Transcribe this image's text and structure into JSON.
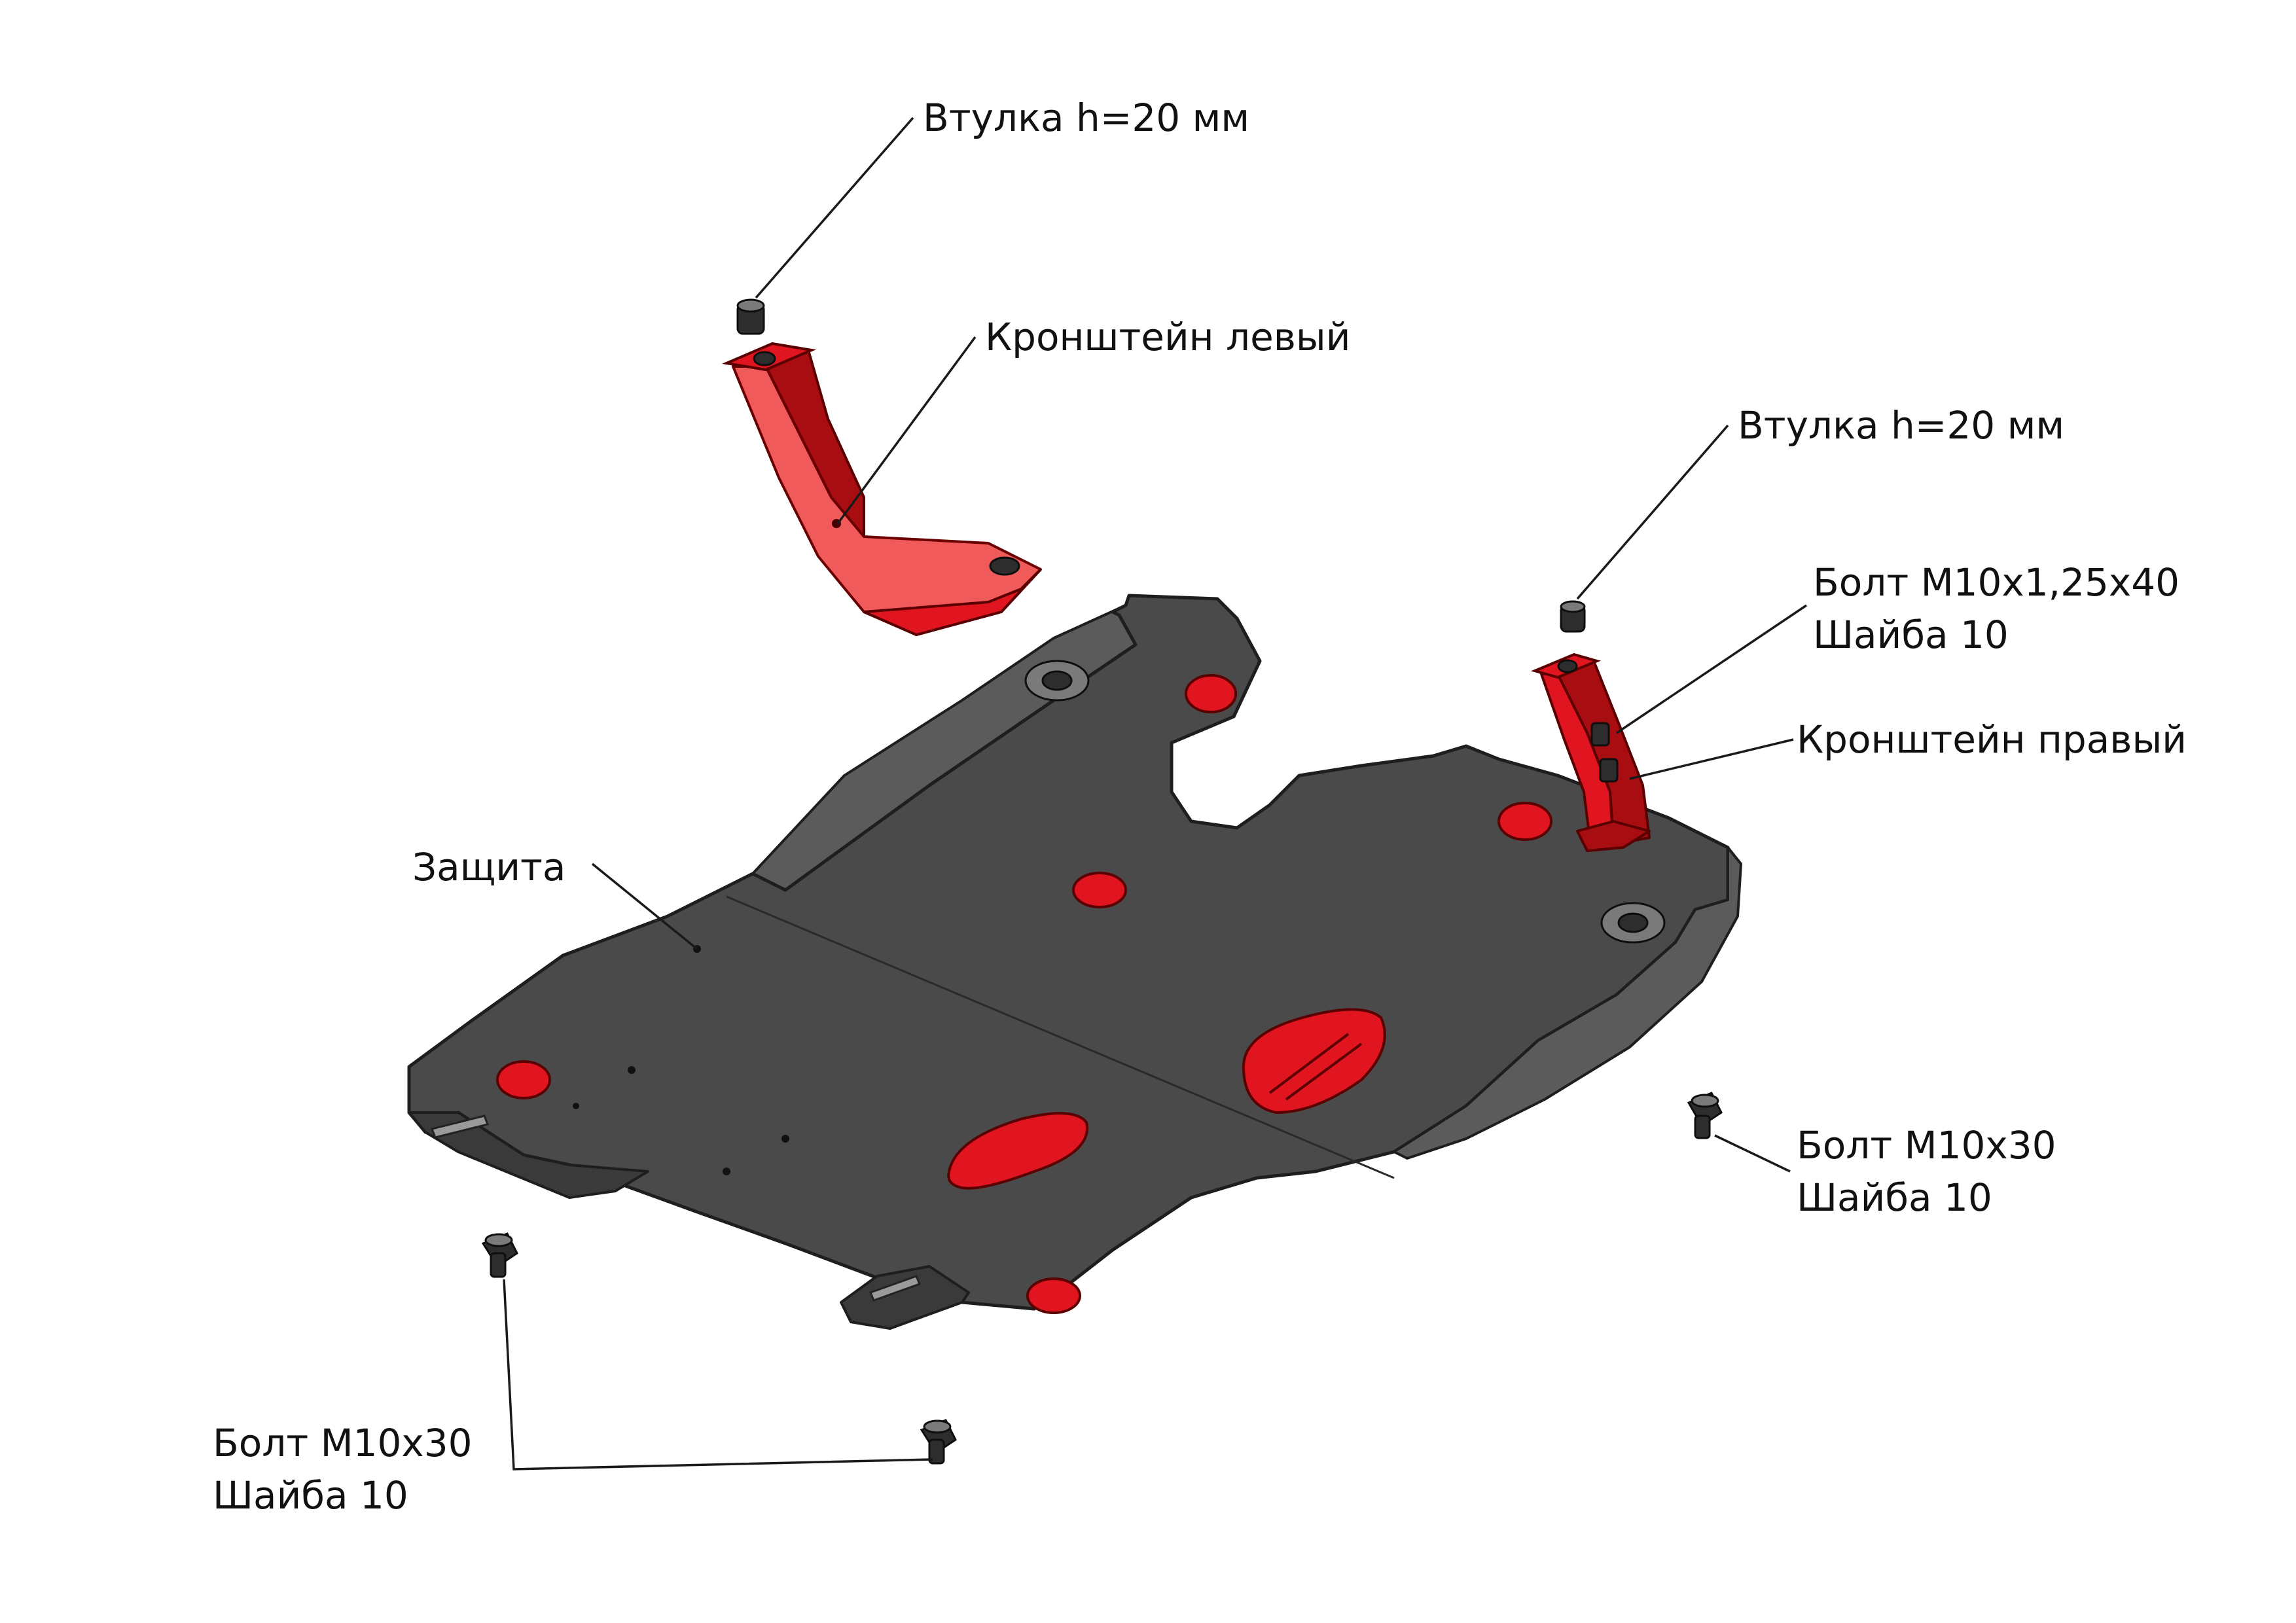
{
  "labels": {
    "bushing_left": "Втулка h=20 мм",
    "bracket_left": "Кронштейн левый",
    "bushing_right": "Втулка h=20 мм",
    "bolt_right_line1": "Болт М10х1,25х40",
    "bolt_right_line2": "Шайба 10",
    "bracket_right": "Кронштейн правый",
    "guard": "Защита",
    "bolt_side_line1": "Болт М10х30",
    "bolt_side_line2": "Шайба 10",
    "bolt_bottom_line1": "Болт М10х30",
    "bolt_bottom_line2": "Шайба 10"
  },
  "colors": {
    "plate": "#4a4a4a",
    "bracket_red": "#e0151f",
    "label_text": "#111111"
  }
}
